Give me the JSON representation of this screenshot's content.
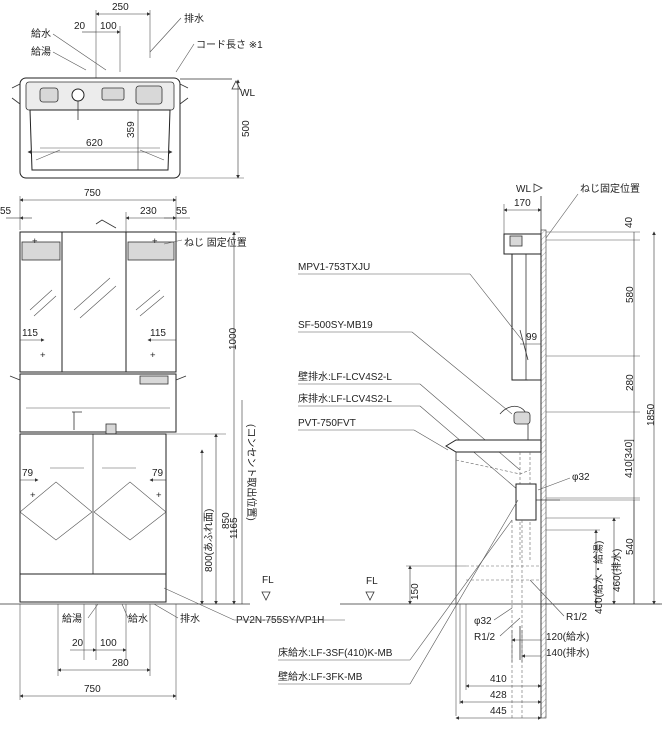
{
  "top_view": {
    "dims": [
      "250",
      "20",
      "100",
      "500",
      "620",
      "359"
    ],
    "labels": {
      "supply_water": "給水",
      "hot_water": "給湯",
      "drain": "排水",
      "cord_length": "コード長さ ※1",
      "wl": "WL"
    }
  },
  "front_view": {
    "dims": {
      "width": "750",
      "left_55": "55",
      "right_230": "230",
      "right_55": "55",
      "upper_115_l": "115",
      "upper_115_r": "115",
      "height_1000": "1000",
      "lower_79_l": "79",
      "lower_79_r": "79",
      "h_850": "850",
      "h_1165": "1165",
      "h_800": "800(あふれ面)",
      "bottom_20": "20",
      "bottom_100": "100",
      "bottom_280": "280",
      "bottom_750": "750"
    },
    "labels": {
      "screw_fix": "ねじ 固定位置",
      "outlet_pos": "(コンセント取出位置)",
      "fl": "FL",
      "supply_hot": "給湯",
      "supply_water": "給水",
      "drain": "排水",
      "cabinet_model": "PV2N-755SY/VP1H"
    }
  },
  "side_view": {
    "models": [
      "MPV1-753TXJU",
      "SF-500SY-MB19",
      "壁排水:LF-LCV4S2-L",
      "床排水:LF-LCV4S2-L",
      "PVT-750FVT",
      "床給水:LF-3SF(410)K-MB",
      "壁給水:LF-3FK-MB"
    ],
    "dims": {
      "wl": "WL",
      "top_170": "170",
      "screw_fix": "ねじ固定位置",
      "d40": "40",
      "d580": "580",
      "d99": "99",
      "d280": "280",
      "d410": "410[340]",
      "d1850": "1850",
      "phi32_top": "φ32",
      "d150": "150",
      "d540": "540",
      "d460": "460(排水)",
      "d400": "400(給水・給湯)",
      "r12_a": "R1/2",
      "phi32_bot": "φ32",
      "r12_b": "R1/2",
      "d120": "120(給水)",
      "d140": "140(排水)",
      "b410": "410",
      "b428": "428",
      "b445": "445",
      "fl": "FL"
    }
  }
}
